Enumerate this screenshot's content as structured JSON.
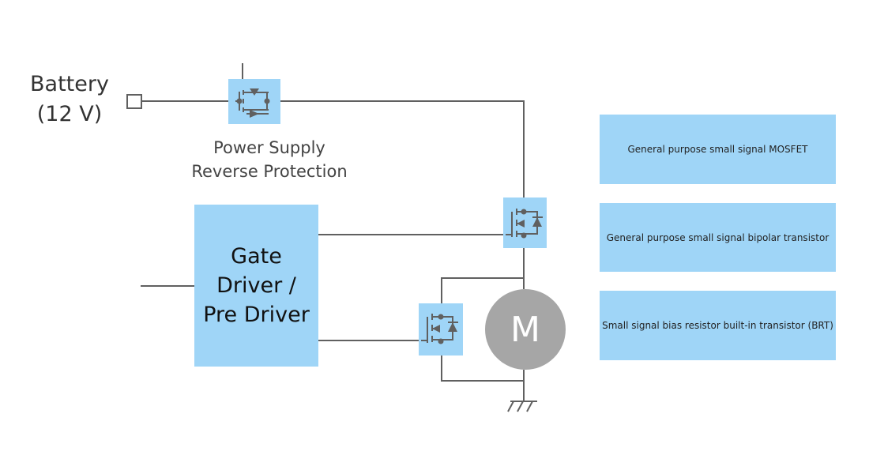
{
  "battery": {
    "label_line1": "Battery",
    "label_line2": "(12 V)"
  },
  "reverse_protection": {
    "label_line1": "Power Supply",
    "label_line2": "Reverse Protection"
  },
  "gate_driver": {
    "line1": "Gate",
    "line2": "Driver /",
    "line3": "Pre Driver"
  },
  "motor": {
    "label": "M"
  },
  "legend": {
    "mosfet": "General purpose small signal MOSFET",
    "bipolar": "General purpose small signal bipolar transistor",
    "brt": "Small signal bias resistor built-in  transistor (BRT)"
  },
  "colors": {
    "component_fill": "#9fd5f7",
    "wire": "#606060",
    "motor": "#a6a6a6"
  }
}
